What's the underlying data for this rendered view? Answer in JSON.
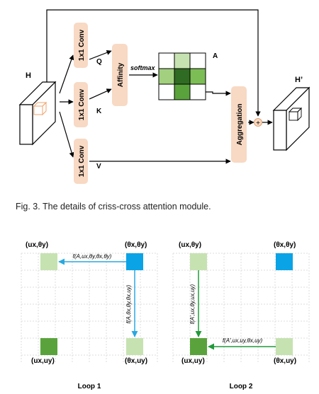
{
  "top_diagram": {
    "input_label": "H",
    "output_label": "H’",
    "conv_q_label": "1x1 Conv",
    "conv_k_label": "1x1 Conv",
    "conv_v_label": "1x1 Conv",
    "q_label": "Q",
    "k_label": "K",
    "v_label": "V",
    "affinity_label": "Affinity",
    "softmax_label": "softmax",
    "attention_label": "A",
    "aggregation_label": "Aggregation",
    "add_symbol": "+"
  },
  "caption": "Fig. 3. The details of criss-cross attention module.",
  "loop1": {
    "title": "Loop 1",
    "corner_tl": "(ux,θy)",
    "corner_tr": "(θx,θy)",
    "corner_bl": "(ux,uy)",
    "corner_br": "(θx,uy)",
    "h_function": "f(A,ux,θy,θx,θy)",
    "v_function": "f(A,θx,θy,θx,uy)"
  },
  "loop2": {
    "title": "Loop 2",
    "corner_tl": "(ux,θy)",
    "corner_tr": "(θx,θy)",
    "corner_bl": "(ux,uy)",
    "corner_br": "(θx,uy)",
    "v_function": "f(A′,ux,θy,ux,uy)",
    "h_function": "f(A′,ux,uy,θx,uy)"
  },
  "colors": {
    "conv_fill": "#f8d9c3",
    "light_green": "#c6e2b1",
    "mid_green": "#5aa33c",
    "dark_green": "#2f6b22",
    "blue": "#0aa3e6",
    "green_arrow": "#1f9a3a",
    "blue_arrow": "#29a8e0"
  }
}
